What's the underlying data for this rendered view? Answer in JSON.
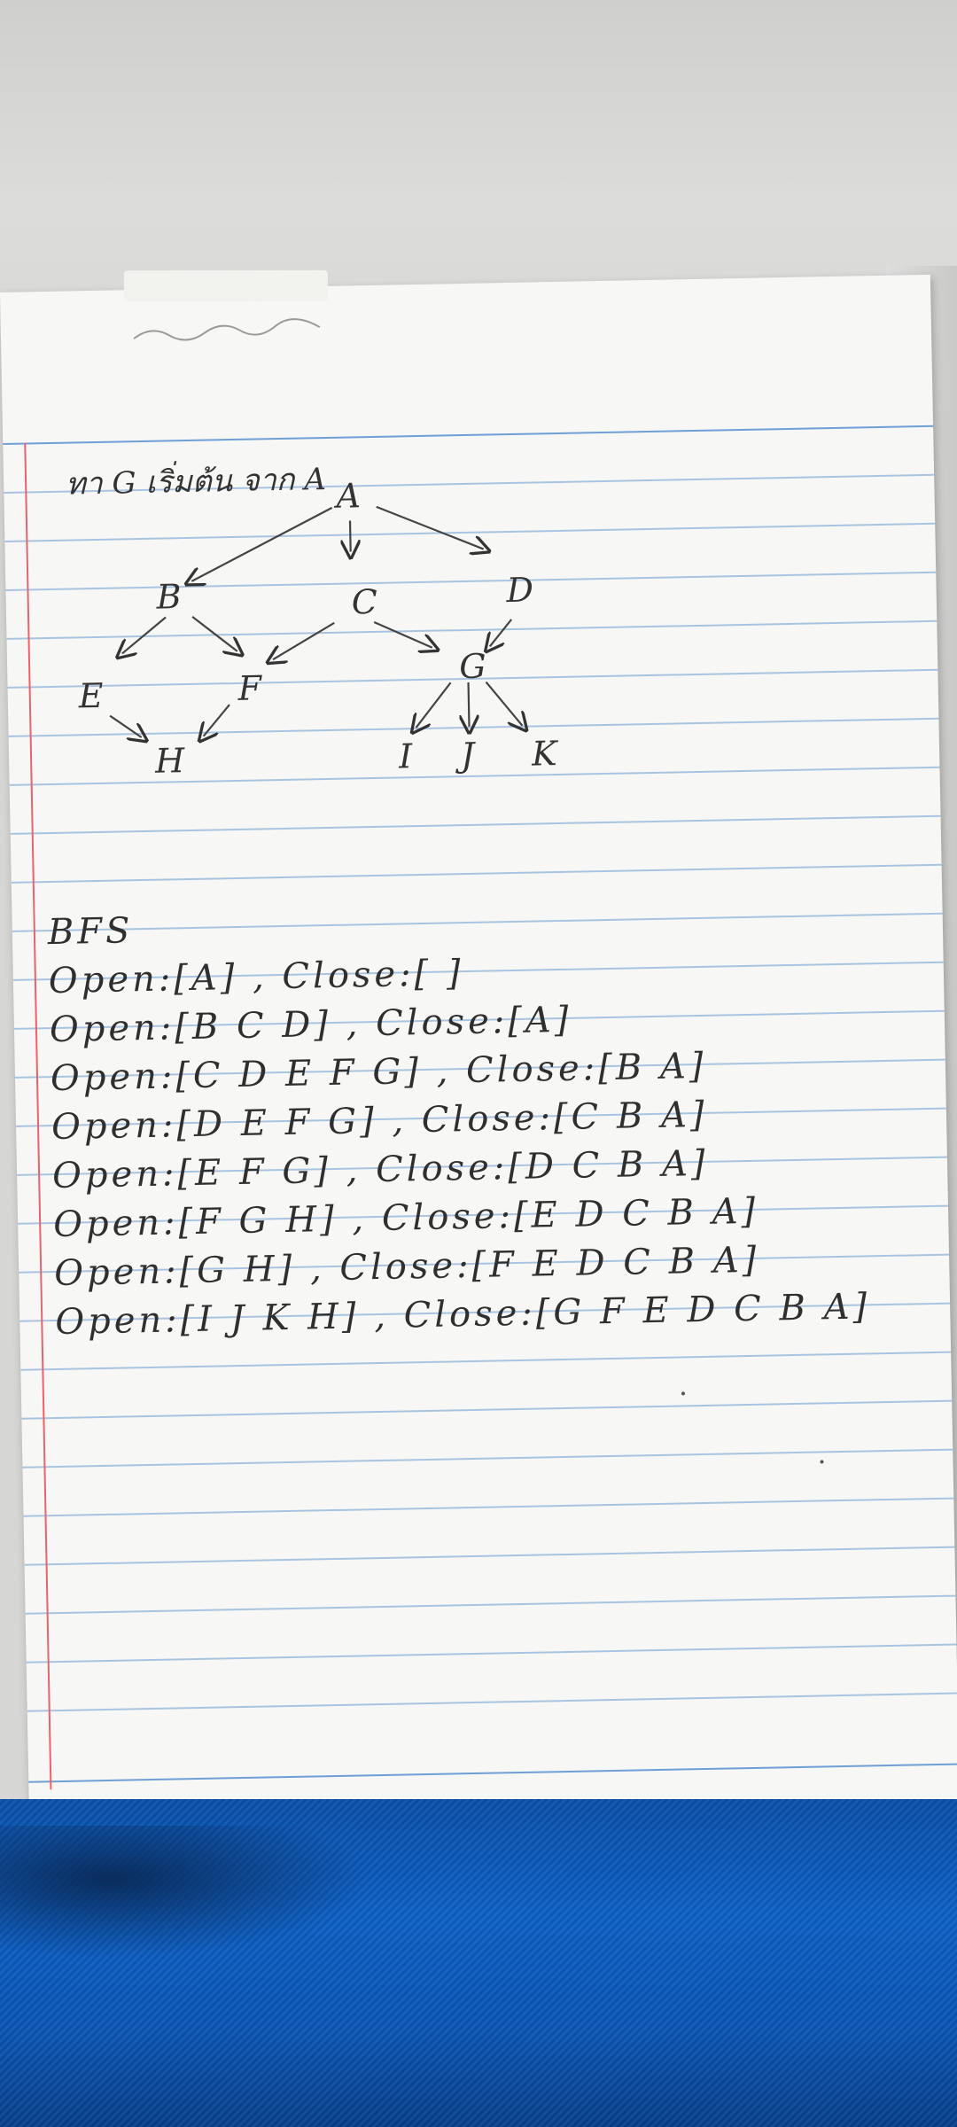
{
  "notebook": {
    "header": "ทา G เริ่มต้น จาก A",
    "graph_nodes": [
      "A",
      "B",
      "C",
      "D",
      "E",
      "F",
      "G",
      "H",
      "I",
      "J",
      "K"
    ],
    "bfs_title": "BFS",
    "bfs_steps": [
      "Open:[A] , Close:[ ]",
      "Open:[B C D] , Close:[A]",
      "Open:[C D E F G] , Close:[B A]",
      "Open:[D E F G] , Close:[C B A]",
      "Open:[E F G] , Close:[D C B A]",
      "Open:[F G H] , Close:[E D C B A]",
      "Open:[G H] , Close:[F E D C B A]",
      "Open:[I J K H] , Close:[G F E D C B A]"
    ]
  },
  "colors": {
    "paper": "#f7f7f5",
    "rule_line": "#a9c4e0",
    "margin_line": "#e7646d",
    "ink": "#2f2f2f",
    "fabric": "#0c5fc4",
    "desk": "#d6d6d4"
  }
}
